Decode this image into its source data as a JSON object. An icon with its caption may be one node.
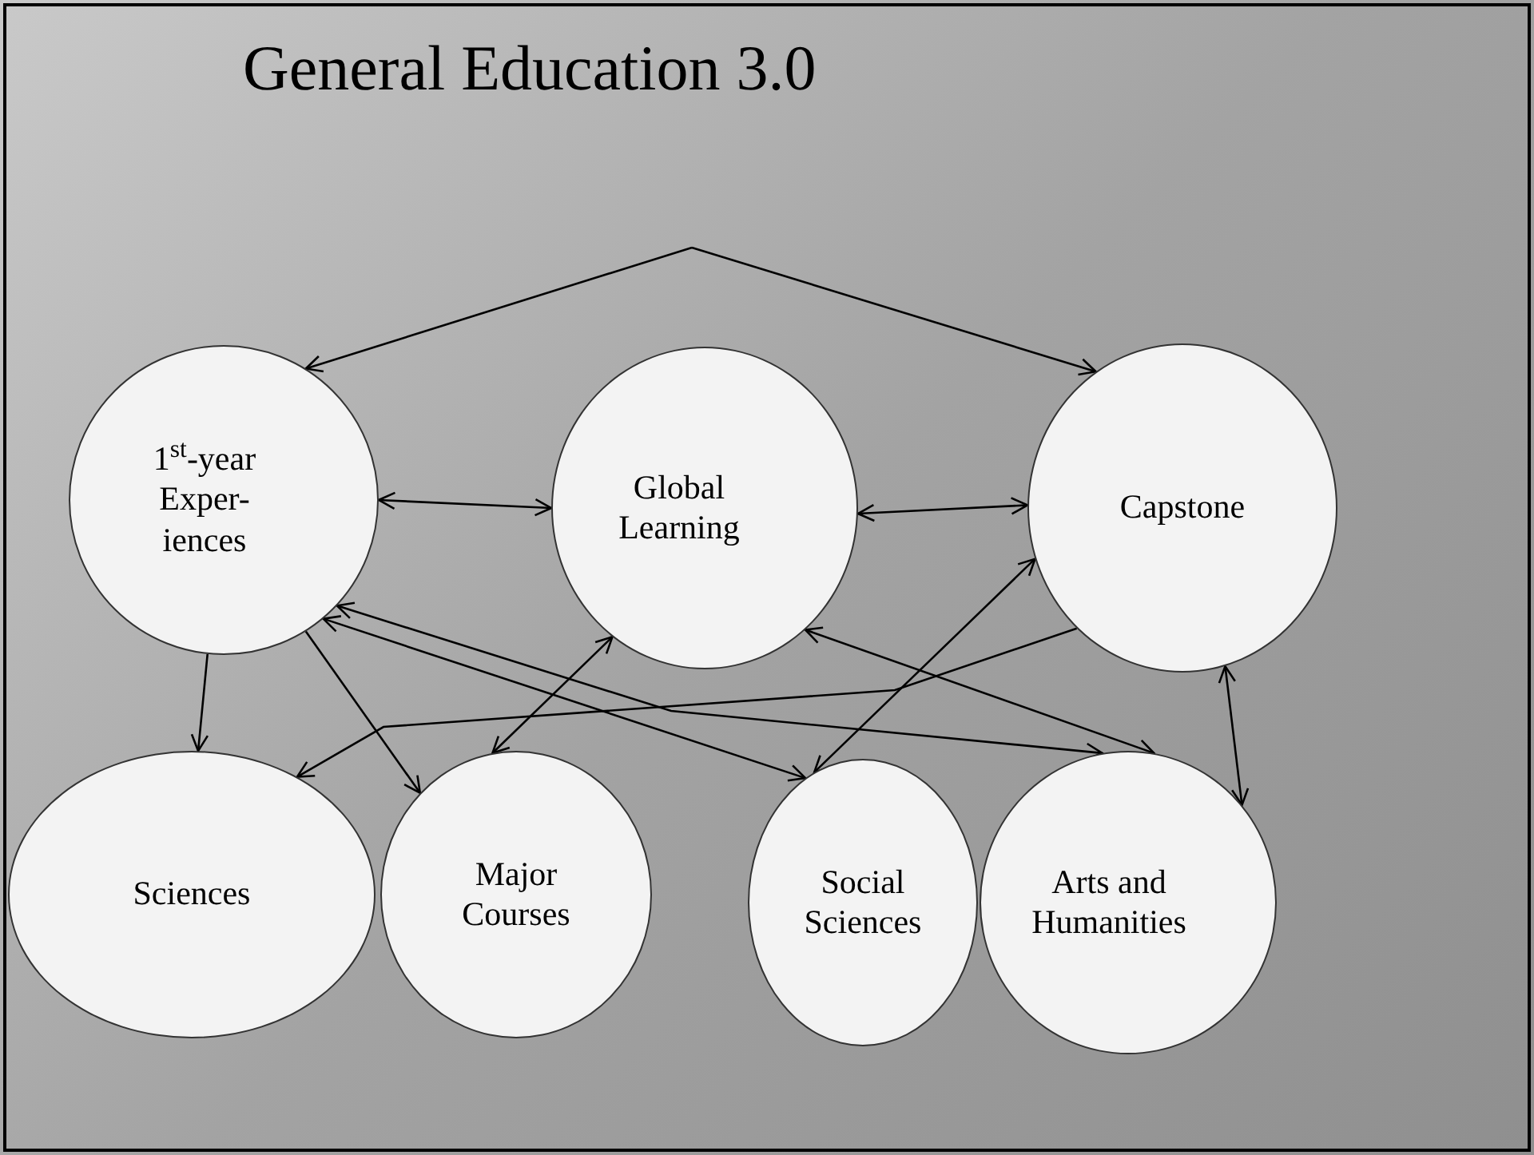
{
  "diagram": {
    "title": "General Education 3.0",
    "nodes": [
      {
        "text": [
          "1$^{st}$-year Exper- iences"
        ]
      },
      {
        "text": [
          "Global Learning"
        ]
      },
      {
        "text": [
          "Capstone"
        ]
      },
      {
        "text": [
          "Sciences"
        ]
      },
      {
        "text": [
          "Major Courses"
        ]
      },
      {
        "text": [
          "Social Sciences"
        ]
      },
      {
        "text": [
          "Arts and Humanities"
        ]
      }
    ],
    "edges": [
      {
        "from": null,
        "to": 0,
        "arrow": "to"
      },
      {
        "from": null,
        "to": 2,
        "arrow": "to"
      },
      {
        "from": 0,
        "to": 1,
        "arrow": "both"
      },
      {
        "from": 1,
        "to": 2,
        "arrow": "both"
      },
      {
        "from": 0,
        "to": 3,
        "arrow": "to"
      },
      {
        "from": 0,
        "to": 4,
        "arrow": "to"
      },
      {
        "from": 0,
        "to": 5,
        "arrow": "both"
      },
      {
        "from": 0,
        "to": 6,
        "arrow": "both"
      },
      {
        "from": 1,
        "to": 6,
        "arrow": "both"
      },
      {
        "from": 2,
        "to": 3,
        "arrow": "to"
      },
      {
        "from": 1,
        "to": 4,
        "arrow": "both"
      },
      {
        "from": 2,
        "to": 5,
        "arrow": "both"
      },
      {
        "from": 2,
        "to": 6,
        "arrow": "both"
      }
    ]
  }
}
